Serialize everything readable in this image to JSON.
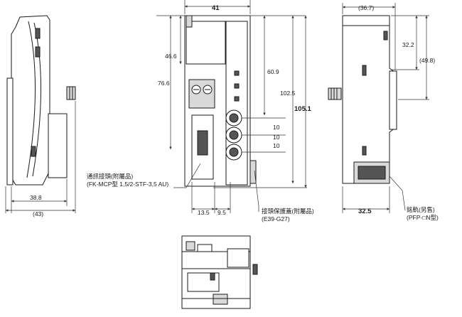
{
  "dimensions": {
    "side_left_depth": "38.8",
    "side_left_depth_ref": "(43)",
    "front_width": "41",
    "front_h_46_6": "46.6",
    "front_h_76_6": "76.6",
    "front_h_60_9": "60.9",
    "front_h_102_5": "102.5",
    "front_h_105_1": "105.1",
    "pitch_1": "10",
    "pitch_2": "10",
    "pitch_3": "10",
    "front_bottom_13_5": "13.5",
    "front_bottom_9_5": "9.5",
    "right_depth_ref": "(36.7)",
    "right_h_32_2": "32.2",
    "right_h_49_8_ref": "(49.8)",
    "right_bottom_32_5": "32.5"
  },
  "labels": {
    "comm_connector_line1": "通訊接頭(附屬品)",
    "comm_connector_line2": "(FK-MCP型 1,5/2-STF-3,5 AU)",
    "connector_cover_line1": "接頭保護蓋(附屬品)",
    "connector_cover_line2": "(E39-G27)",
    "end_plate_line1": "銘軌(另售)",
    "end_plate_line2": "(PFP-□N型)"
  },
  "colors": {
    "line": "#1a1a1a",
    "dim_line": "#333333",
    "shade": "#d9d9d9",
    "dark_shade": "#555555"
  }
}
